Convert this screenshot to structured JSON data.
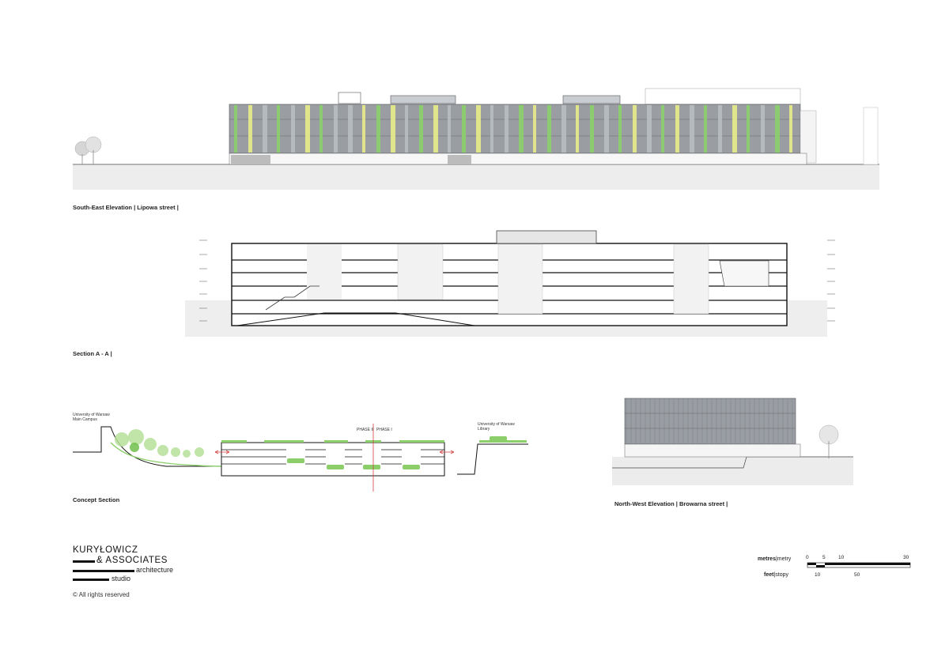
{
  "captions": {
    "south_east": "South-East Elevation | Lipowa street |",
    "section_aa": "Section A - A |",
    "concept": "Concept Section",
    "north_west": "North-West Elevation | Browarna street |"
  },
  "concept_labels": {
    "campus": "University of Warsaw\nMain Campus",
    "library": "University of Warsaw\nLibrary",
    "phase2": "PHASE II",
    "phase1": "PHASE I"
  },
  "logo": {
    "line1": "KURYŁOWICZ",
    "line2": "& ASSOCIATES",
    "line3": "architecture",
    "line4": "studio"
  },
  "rights": "© All rights reserved",
  "scale": {
    "metres_bold": "metres",
    "metres_rest": "|metry",
    "feet_bold": "feet",
    "feet_rest": "|stopy",
    "m_ticks": [
      "0",
      "5",
      "10",
      "30"
    ],
    "ft_ticks": [
      "10",
      "50"
    ]
  },
  "colors": {
    "facade_grey": "#9a9ea3",
    "facade_green": "#8ccf6a",
    "facade_yellow": "#e8ec8a",
    "ground_grey": "#ececec",
    "accent_red": "#d04040"
  }
}
